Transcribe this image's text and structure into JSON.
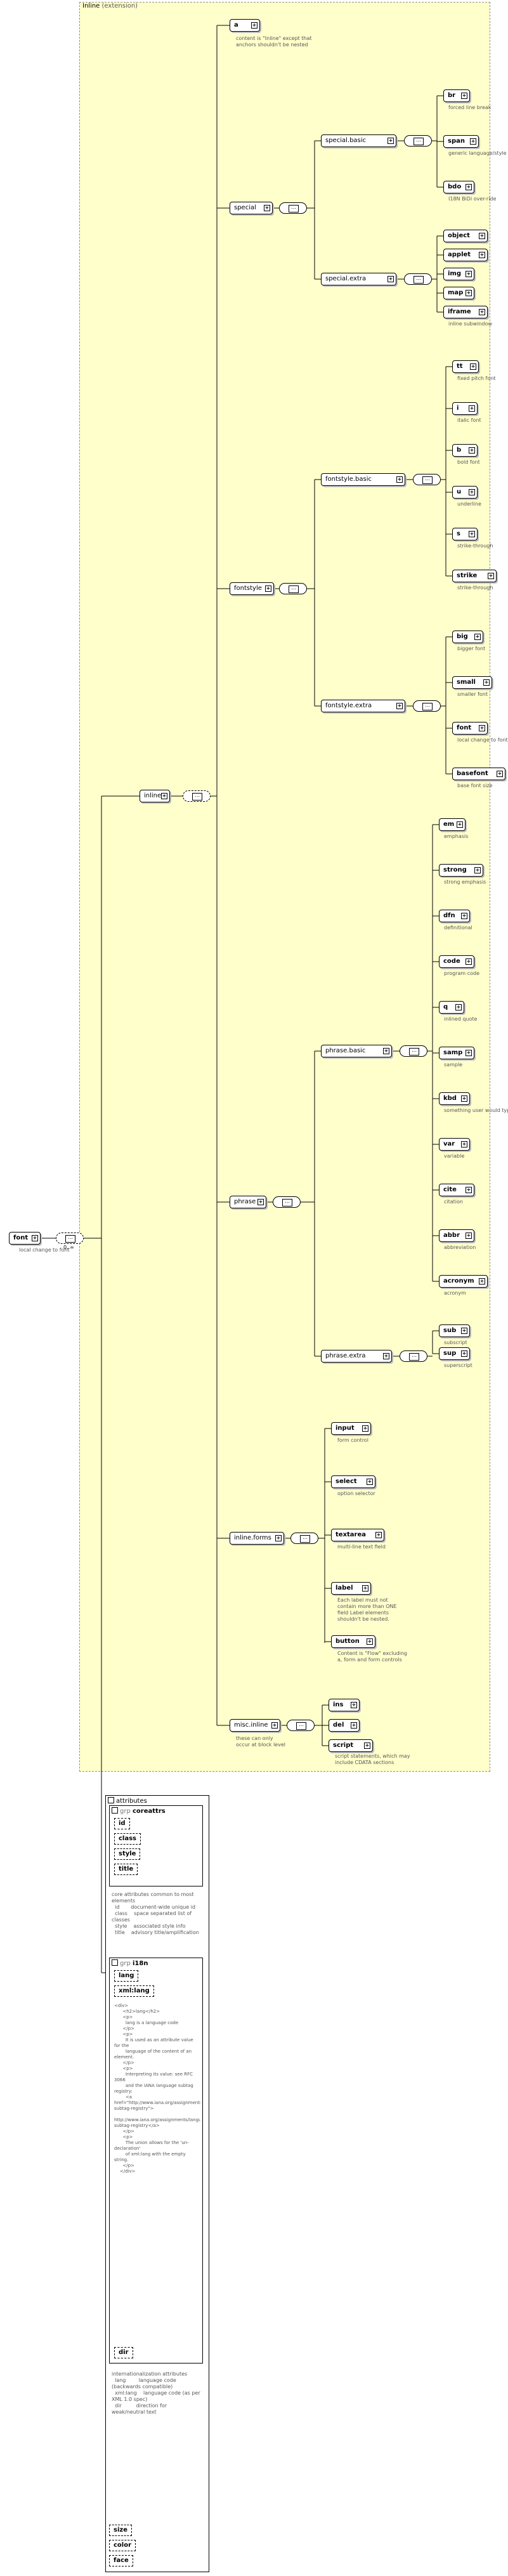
{
  "root": {
    "name": "font",
    "note": "local change to font",
    "seq_card": "0..∞"
  },
  "extension_label": {
    "name": "Inline",
    "suffix": "(extension)"
  },
  "inline_content": {
    "name": "a",
    "note": "content is \"Inline\" except that anchors shouldn't be nested"
  },
  "special": {
    "name": "special",
    "basic": {
      "name": "special.basic",
      "items": [
        {
          "name": "br",
          "note": "forced line break"
        },
        {
          "name": "span",
          "note": "generic language/style container"
        },
        {
          "name": "bdo",
          "note": "I18N BiDi over-ride"
        }
      ]
    },
    "extra": {
      "name": "special.extra",
      "items": [
        {
          "name": "object",
          "note": ""
        },
        {
          "name": "applet",
          "note": ""
        },
        {
          "name": "img",
          "note": ""
        },
        {
          "name": "map",
          "note": ""
        },
        {
          "name": "iframe",
          "note": "inline subwindow"
        }
      ]
    }
  },
  "fontstyle": {
    "name": "fontstyle",
    "basic": {
      "name": "fontstyle.basic",
      "items": [
        {
          "name": "tt",
          "note": "fixed pitch font"
        },
        {
          "name": "i",
          "note": "italic font"
        },
        {
          "name": "b",
          "note": "bold font"
        },
        {
          "name": "u",
          "note": "underline"
        },
        {
          "name": "s",
          "note": "strike-through"
        },
        {
          "name": "strike",
          "note": "strike-through"
        }
      ]
    },
    "extra": {
      "name": "fontstyle.extra",
      "items": [
        {
          "name": "big",
          "note": "bigger font"
        },
        {
          "name": "small",
          "note": "smaller font"
        },
        {
          "name": "font",
          "note": "local change to font"
        },
        {
          "name": "basefont",
          "note": "base font size"
        }
      ]
    }
  },
  "phrase": {
    "name": "phrase",
    "basic": {
      "name": "phrase.basic",
      "items": [
        {
          "name": "em",
          "note": "emphasis"
        },
        {
          "name": "strong",
          "note": "strong emphasis"
        },
        {
          "name": "dfn",
          "note": "definitional"
        },
        {
          "name": "code",
          "note": "program code"
        },
        {
          "name": "q",
          "note": "inlined quote"
        },
        {
          "name": "samp",
          "note": "sample"
        },
        {
          "name": "kbd",
          "note": "something user would type"
        },
        {
          "name": "var",
          "note": "variable"
        },
        {
          "name": "cite",
          "note": "citation"
        },
        {
          "name": "abbr",
          "note": "abbreviation"
        },
        {
          "name": "acronym",
          "note": "acronym"
        }
      ]
    },
    "extra": {
      "name": "phrase.extra",
      "items": [
        {
          "name": "sub",
          "note": "subscript"
        },
        {
          "name": "sup",
          "note": "superscript"
        }
      ]
    }
  },
  "inline_forms": {
    "name": "inline.forms",
    "items": [
      {
        "name": "input",
        "note": "form control"
      },
      {
        "name": "select",
        "note": "option selector"
      },
      {
        "name": "textarea",
        "note": "multi-line text field"
      },
      {
        "name": "label",
        "note": "Each label must not contain more than ONE field Label elements shouldn't be nested."
      },
      {
        "name": "button",
        "note": "Content is \"Flow\" excluding a, form and form controls"
      }
    ]
  },
  "misc_inline": {
    "name": "misc.inline",
    "note": "these can only occur at block level",
    "items": [
      {
        "name": "ins"
      },
      {
        "name": "del"
      },
      {
        "name": "script"
      }
    ],
    "note2": "script statements, which may include CDATA sections"
  },
  "inline_group": {
    "name": "inline"
  },
  "attributes": {
    "title": "attributes",
    "coreattrs": {
      "prefix": "grp",
      "name": "coreattrs",
      "items": [
        "id",
        "class",
        "style",
        "title"
      ],
      "note": "core attributes common to most elements\n  id       document-wide unique id\n  class    space separated list of classes\n  style    associated style info\n  title    advisory title/amplification"
    },
    "i18n": {
      "prefix": "grp",
      "name": "i18n",
      "items": [
        "lang",
        "xml:lang"
      ],
      "note": "<div>\n      <h2>lang</h2>\n      <p>\n        lang is a language code\n      </p>\n      <p>\n        It is used as an attribute value for the\n        language of the content of an element.\n      </p>\n      <p>\n        Interpreting its value: see RFC 3066\n        and the IANA language subtag registry:\n        <a href=\"http://www.iana.org/assignments/language-subtag-registry\">\n        http://www.iana.org/assignments/language-subtag-registry</a>\n      </p>\n      <p>\n        The union allows for the 'un-declaration'\n        of xml:lang with the empty string.\n      </p>\n    </div>",
      "dir": "dir",
      "note2": "internationalization attributes\n  lang        language code (backwards compatible)\n  xml:lang    language code (as per XML 1.0 spec)\n  dir         direction for weak/neutral text"
    },
    "extra": [
      "size",
      "color",
      "face"
    ]
  }
}
